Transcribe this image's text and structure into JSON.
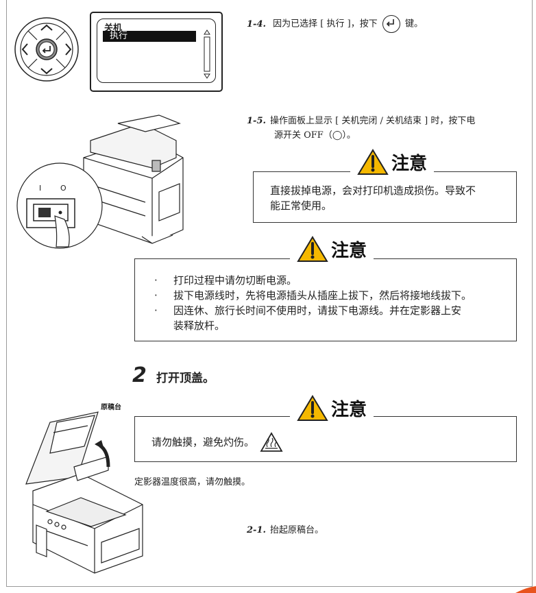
{
  "lcd": {
    "line1": "关机",
    "line2": "执行"
  },
  "steps": {
    "s14": {
      "num": "1-4.",
      "text_a": "因为已选择 [ 执行 ]，按下",
      "text_b": "键。"
    },
    "s15": {
      "num": "1-5.",
      "line1": "操作面板上显示 [ 关机完闭 / 关机结束 ] 时，按下电",
      "line2": "源开关 OFF（◯）。"
    },
    "s21": {
      "num": "2-1.",
      "text": "抬起原稿台。"
    }
  },
  "caution1": {
    "title": "注意",
    "line1": "直接拔掉电源，会对打印机造成损伤。导致不",
    "line2": "能正常使用。"
  },
  "caution2": {
    "title": "注意",
    "bullet": "·",
    "items": [
      {
        "line1": "打印过程中请勿切断电源。"
      },
      {
        "line1": "拔下电源线时，先将电源插头从插座上拔下，然后将接地线拔下。"
      },
      {
        "line1": "因连休、旅行长时间不使用时，请拔下电源线。并在定影器上安",
        "line2": "装释放杆。"
      }
    ]
  },
  "section2": {
    "number": "2",
    "title": "打开顶盖。"
  },
  "callout_label": "原稿台",
  "caution3": {
    "title": "注意",
    "text": "请勿触摸，避免灼伤。"
  },
  "note_text": "定影器温度很高，请勿触摸。",
  "switch_labels": {
    "on": "I",
    "off": "O"
  },
  "colors": {
    "caution_yellow": "#f5b800",
    "accent_orange": "#e8541e"
  },
  "icons": [
    "enter-key-icon",
    "warning-triangle-icon",
    "hot-surface-icon",
    "arrow-up-icon"
  ]
}
